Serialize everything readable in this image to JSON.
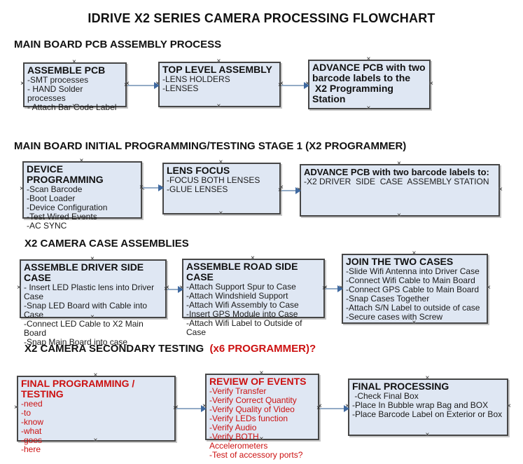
{
  "title": "IDRIVE X2  SERIES CAMERA PROCESSING FLOWCHART",
  "icons": {
    "connection_handle": "×",
    "arrow_head": "right-arrowhead"
  },
  "colors": {
    "box_fill": "#dfe7f3",
    "box_border": "#464646",
    "accent_red": "#cc1111",
    "arrow_line": "#93abc6",
    "arrow_head": "#3f69a0"
  },
  "sections": [
    {
      "header": "MAIN BOARD PCB ASSEMBLY PROCESS",
      "header_red": "",
      "boxes": [
        {
          "title": "ASSEMBLE PCB",
          "items": [
            "-SMT processes",
            "- HAND Solder processes",
            "- Attach Bar Code Label"
          ]
        },
        {
          "title": "TOP LEVEL ASSEMBLY",
          "items": [
            "-LENS HOLDERS",
            "-LENSES"
          ]
        },
        {
          "title": "ADVANCE PCB with two\nbarcode labels to the\n X2 Programming Station",
          "items": []
        }
      ]
    },
    {
      "header": "MAIN BOARD INITIAL PROGRAMMING/TESTING STAGE 1 (X2 PROGRAMMER)",
      "header_red": "",
      "boxes": [
        {
          "title": "DEVICE PROGRAMMING",
          "items": [
            "-Scan Barcode",
            "-Boot Loader",
            "-Device Configuration",
            "-Test Wired Events",
            "-AC SYNC"
          ]
        },
        {
          "title": "LENS FOCUS",
          "items": [
            "-FOCUS BOTH LENSES",
            "-GLUE LENSES"
          ]
        },
        {
          "title": "ADVANCE PCB with two barcode labels to:",
          "items": [
            "-X2 DRIVER  SIDE  CASE  ASSEMBLY STATION"
          ]
        }
      ]
    },
    {
      "header": "X2 CAMERA CASE ASSEMBLIES",
      "header_red": "",
      "boxes": [
        {
          "title": "ASSEMBLE DRIVER SIDE CASE",
          "items": [
            "- Insert LED Plastic lens into Driver Case",
            "-Snap LED Board with Cable into Case",
            "-Connect LED Cable to X2 Main Board",
            "-Snap Main Board into case"
          ]
        },
        {
          "title": "ASSEMBLE ROAD SIDE CASE",
          "items": [
            "-Attach Support Spur to Case",
            "-Attach Windshield Support",
            "-Attach Wifi Assembly to Case",
            "-Insert GPS Module into Case",
            "-Attach Wifi Label to Outside of Case"
          ]
        },
        {
          "title": "JOIN THE TWO CASES",
          "items": [
            "-Slide Wifi Antenna into Driver Case",
            "-Connect Wifi Cable to Main Board",
            "-Connect GPS Cable to Main Board",
            "-Snap Cases Together",
            "-Attach S/N Label to outside of case",
            "-Secure cases with Screw"
          ]
        }
      ]
    },
    {
      "header": "X2 CAMERA SECONDARY TESTING  ",
      "header_red": "(x6 PROGRAMMER)?",
      "boxes": [
        {
          "title": "FINAL PROGRAMMING / TESTING",
          "items": [
            "-need",
            "-to",
            "-know",
            "-what",
            "-goes",
            "-here"
          ]
        },
        {
          "title": "REVIEW OF EVENTS",
          "items": [
            "-Verify Transfer",
            "-Verify Correct Quantity",
            "-Verify Quality of Video",
            "-Verify LEDs function",
            "-Verify Audio",
            "-Verify BOTH Accelerometers",
            "-Test of accessory ports?"
          ]
        },
        {
          "title": "FINAL PROCESSING",
          "items": [
            " -Check Final Box",
            "-Place In Bubble wrap Bag and BOX",
            "-Place Barcode Label on Exterior or Box"
          ]
        }
      ]
    }
  ]
}
